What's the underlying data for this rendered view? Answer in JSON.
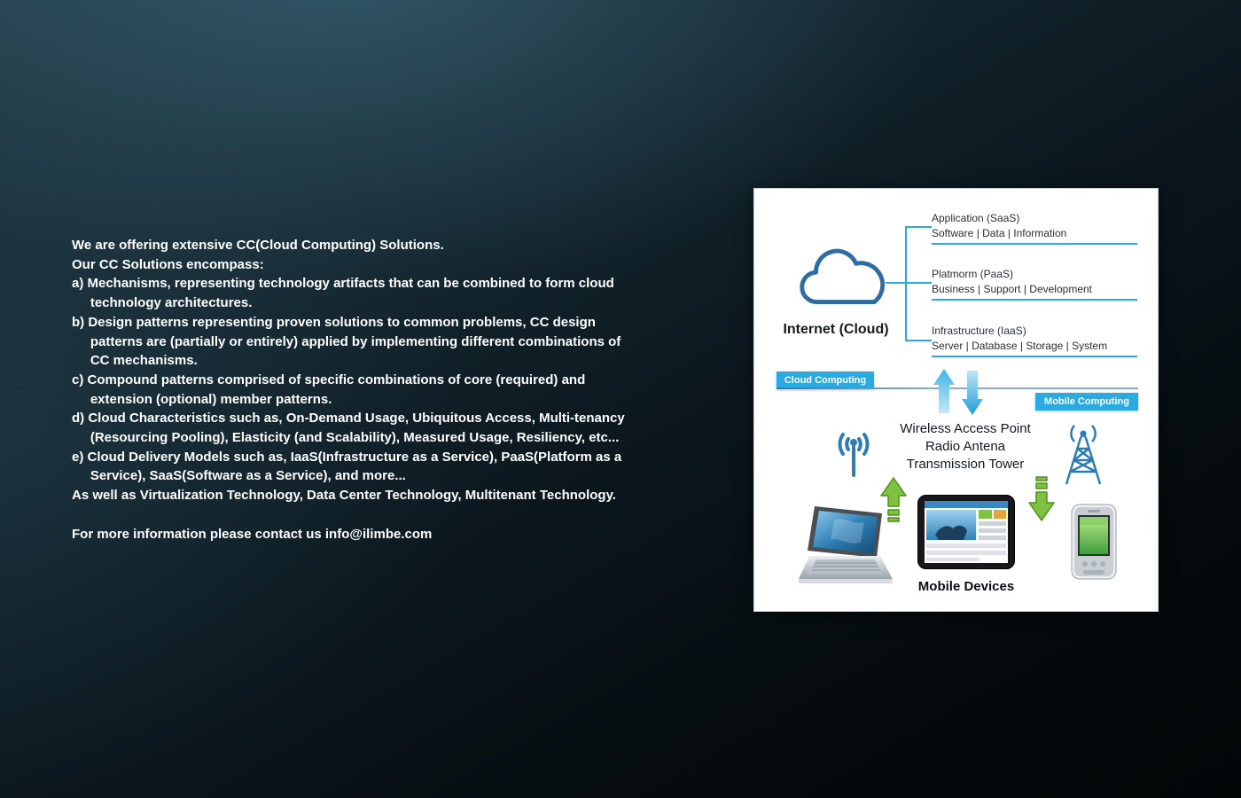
{
  "intro": {
    "lines": [
      "We are offering extensive CC(Cloud Computing) Solutions.",
      "Our CC Solutions encompass:",
      "a) Mechanisms, representing technology artifacts that can be combined to form cloud",
      "     technology architectures.",
      "b) Design patterns representing proven solutions to common problems, CC design",
      "     patterns are (partially or entirely) applied by implementing different combinations of",
      "     CC mechanisms.",
      "c) Compound patterns comprised of specific combinations of core (required) and",
      "     extension (optional) member patterns.",
      "d) Cloud Characteristics such as, On-Demand Usage, Ubiquitous Access, Multi-tenancy",
      "     (Resourcing Pooling), Elasticity (and Scalability), Measured Usage, Resiliency, etc...",
      "e) Cloud Delivery Models such as, IaaS(Infrastructure as a Service), PaaS(Platform as a",
      "     Service), SaaS(Software as a Service), and more...",
      "As well as Virtualization Technology, Data Center Technology, Multitenant Technology.",
      "",
      "For more information please contact us info@ilimbe.com"
    ],
    "contact_email": "info@ilimbe.com"
  },
  "diagram": {
    "internet_label": "Internet (Cloud)",
    "branches": [
      {
        "title": "Application (SaaS)",
        "subtitle": "Software | Data | Information"
      },
      {
        "title": "Platmorm (PaaS)",
        "subtitle": "Business | Support | Development"
      },
      {
        "title": "Infrastructure (IaaS)",
        "subtitle": "Server | Database | Storage | System"
      }
    ],
    "cloud_computing_badge": "Cloud Computing",
    "mobile_computing_badge": "Mobile Computing",
    "access_point": {
      "line1": "Wireless Access Point",
      "line2": "Radio Antena",
      "line3": "Transmission Tower"
    },
    "mobile_devices_label": "Mobile Devices",
    "icons": {
      "cloud": "cloud-outline-icon",
      "sync": "up-down-arrows-icon",
      "radio": "radio-antenna-icon",
      "tower": "transmission-tower-icon",
      "upload": "green-up-arrow-icon",
      "download": "green-down-arrow-icon",
      "devices": [
        "laptop",
        "tablet",
        "smartphone"
      ]
    },
    "colors": {
      "accent_blue": "#29abe2",
      "cloud_stroke": "#2d6da3",
      "arrow_green": "#7fc241",
      "panel_bg": "#ffffff",
      "page_bg_dark": "#0b161c"
    }
  }
}
